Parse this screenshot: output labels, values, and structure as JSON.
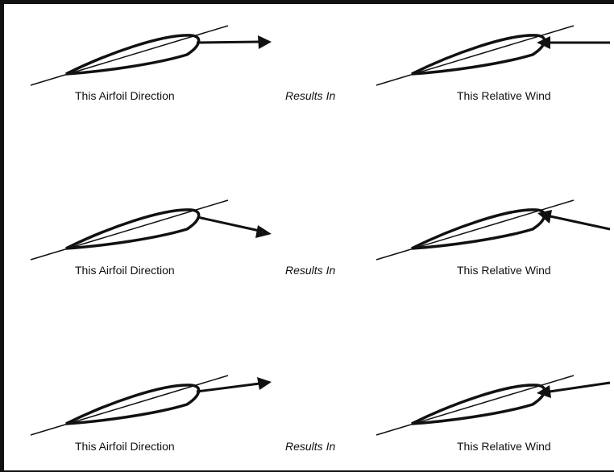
{
  "rows": [
    {
      "airfoil_label": "This Airfoil Direction",
      "connector_label": "Results In",
      "wind_label": "This Relative Wind",
      "airfoil_arrow": "horizontal",
      "wind_arrow": "horizontal"
    },
    {
      "airfoil_label": "This Airfoil Direction",
      "connector_label": "Results In",
      "wind_label": "This Relative Wind",
      "airfoil_arrow": "pointing down-right",
      "wind_arrow": "coming from lower right"
    },
    {
      "airfoil_label": "This Airfoil Direction",
      "connector_label": "Results In",
      "wind_label": "This Relative Wind",
      "airfoil_arrow": "pointing up-right",
      "wind_arrow": "coming from upper right"
    }
  ],
  "colors": {
    "ink": "#111111",
    "background": "#ffffff"
  },
  "icons": {
    "airfoil": "airfoil-icon",
    "arrow": "arrow-icon"
  }
}
